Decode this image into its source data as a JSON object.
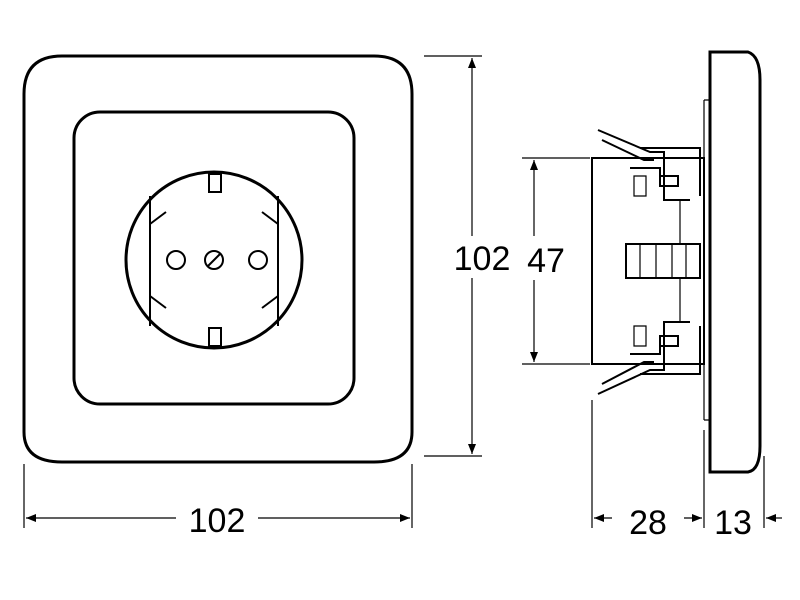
{
  "dimensions": {
    "front_width": "102",
    "front_height": "102",
    "insert_height": "47",
    "depth_insert": "28",
    "depth_frame": "13"
  },
  "colors": {
    "line": "#000000",
    "background": "#ffffff"
  }
}
